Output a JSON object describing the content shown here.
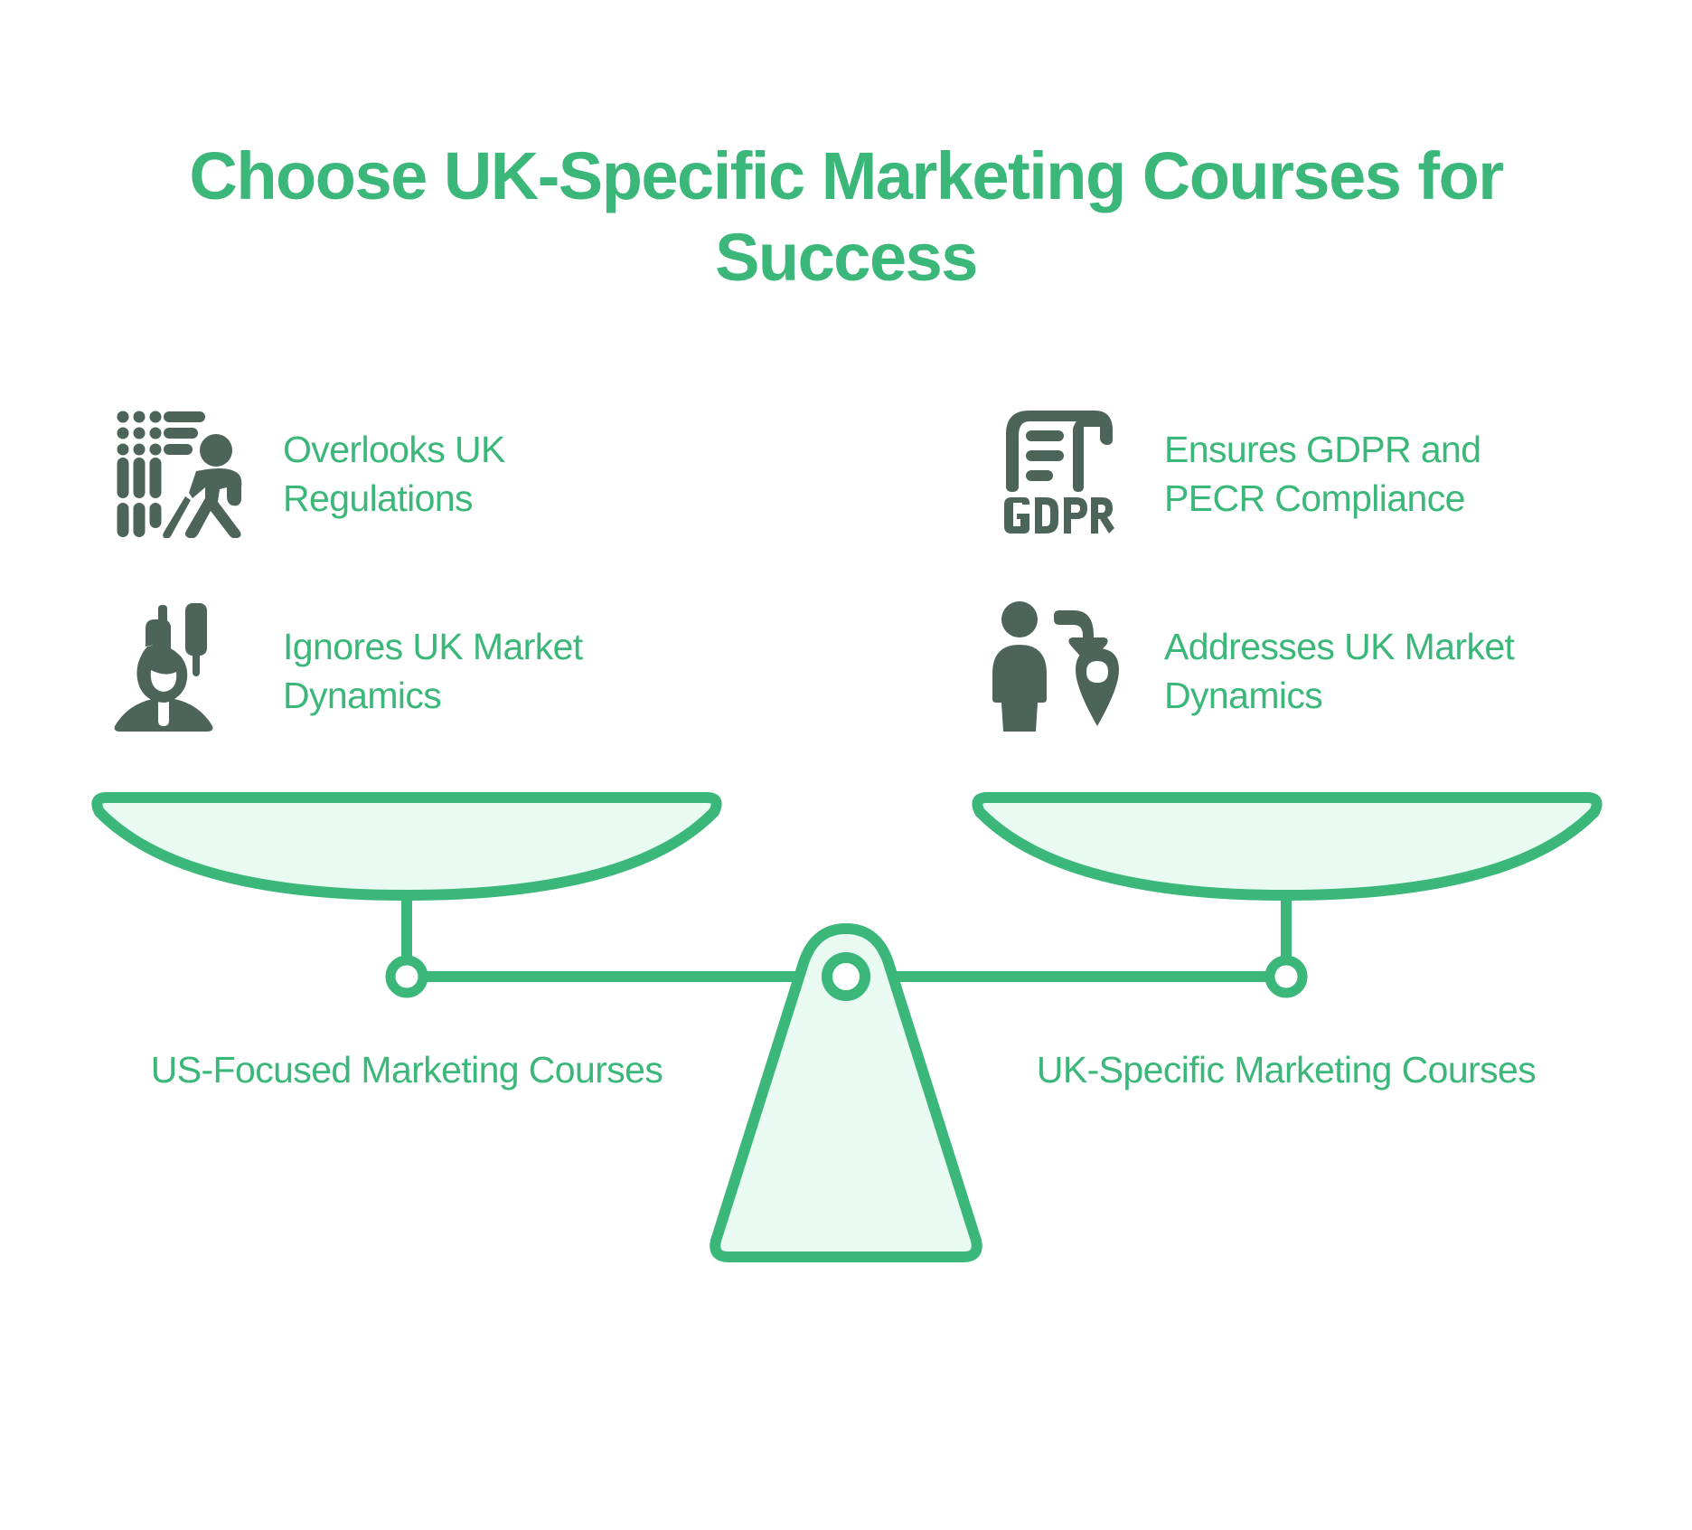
{
  "title": {
    "line1": "Choose UK-Specific Marketing Courses for",
    "line2": "Success"
  },
  "colors": {
    "accent": "#3bb77a",
    "pan_fill": "#e9faf2",
    "icon": "#4d6558",
    "background": "#ffffff"
  },
  "left": {
    "label": "US-Focused Marketing Courses",
    "items": [
      {
        "icon": "blind-person-with-cane-icon",
        "line1": "Overlooks UK",
        "line2": "Regulations"
      },
      {
        "icon": "person-with-candlestick-chart-icon",
        "line1": "Ignores UK Market",
        "line2": "Dynamics"
      }
    ]
  },
  "right": {
    "label": "UK-Specific Marketing Courses",
    "items": [
      {
        "icon": "gdpr-document-icon",
        "line1": "Ensures GDPR and",
        "line2": "PECR Compliance"
      },
      {
        "icon": "person-location-pin-icon",
        "line1": "Addresses UK Market",
        "line2": "Dynamics"
      }
    ]
  }
}
